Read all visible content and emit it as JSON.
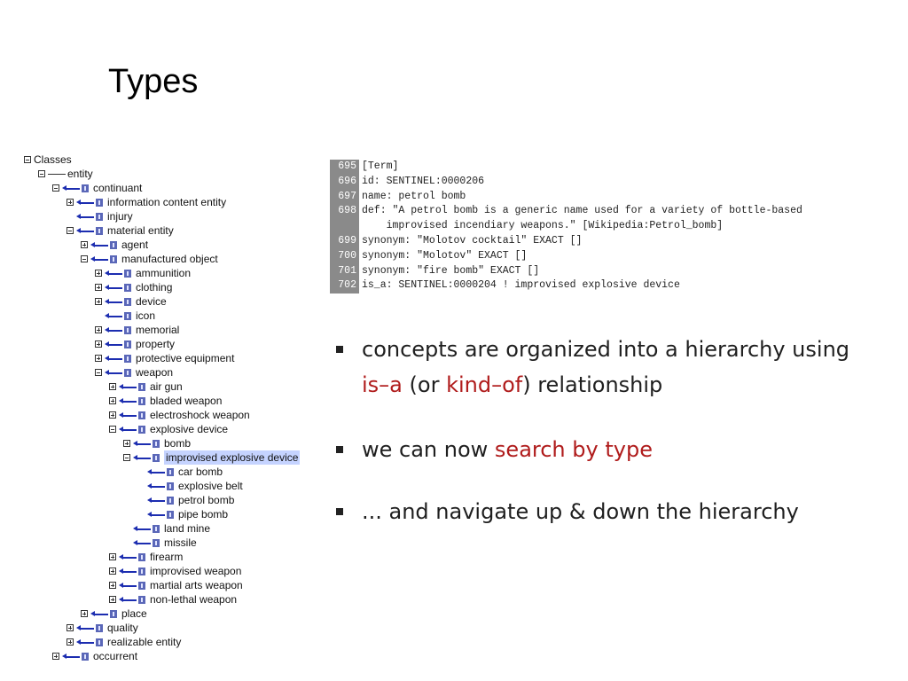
{
  "slide": {
    "title": "Types"
  },
  "tree": {
    "root": "Classes",
    "nodes": [
      {
        "label": "entity",
        "toggle": "minus",
        "arrow": "plain"
      },
      {
        "label": "continuant",
        "toggle": "minus"
      },
      {
        "label": "information content entity",
        "toggle": "plus"
      },
      {
        "label": "injury",
        "toggle": "none"
      },
      {
        "label": "material entity",
        "toggle": "minus"
      },
      {
        "label": "agent",
        "toggle": "plus"
      },
      {
        "label": "manufactured object",
        "toggle": "minus"
      },
      {
        "label": "ammunition",
        "toggle": "plus"
      },
      {
        "label": "clothing",
        "toggle": "plus"
      },
      {
        "label": "device",
        "toggle": "plus"
      },
      {
        "label": "icon",
        "toggle": "none"
      },
      {
        "label": "memorial",
        "toggle": "plus"
      },
      {
        "label": "property",
        "toggle": "plus"
      },
      {
        "label": "protective equipment",
        "toggle": "plus"
      },
      {
        "label": "weapon",
        "toggle": "minus"
      },
      {
        "label": "air gun",
        "toggle": "plus"
      },
      {
        "label": "bladed weapon",
        "toggle": "plus"
      },
      {
        "label": "electroshock weapon",
        "toggle": "plus"
      },
      {
        "label": "explosive device",
        "toggle": "minus"
      },
      {
        "label": "bomb",
        "toggle": "plus"
      },
      {
        "label": "improvised explosive device",
        "toggle": "minus",
        "selected": true
      },
      {
        "label": "car bomb",
        "toggle": "none"
      },
      {
        "label": "explosive belt",
        "toggle": "none"
      },
      {
        "label": "petrol bomb",
        "toggle": "none"
      },
      {
        "label": "pipe bomb",
        "toggle": "none"
      },
      {
        "label": "land mine",
        "toggle": "none"
      },
      {
        "label": "missile",
        "toggle": "none"
      },
      {
        "label": "firearm",
        "toggle": "plus"
      },
      {
        "label": "improvised weapon",
        "toggle": "plus"
      },
      {
        "label": "martial arts weapon",
        "toggle": "plus"
      },
      {
        "label": "non-lethal weapon",
        "toggle": "plus"
      },
      {
        "label": "place",
        "toggle": "plus"
      },
      {
        "label": "quality",
        "toggle": "plus"
      },
      {
        "label": "realizable entity",
        "toggle": "plus"
      },
      {
        "label": "occurrent",
        "toggle": "plus"
      }
    ]
  },
  "code": {
    "lines": [
      {
        "num": "695",
        "text": "[Term]"
      },
      {
        "num": "696",
        "text": "id: SENTINEL:0000206"
      },
      {
        "num": "697",
        "text": "name: petrol bomb"
      },
      {
        "num": "698",
        "text": "def: \"A petrol bomb is a generic name used for a variety of bottle-based"
      },
      {
        "num": "",
        "text": "    improvised incendiary weapons.\" [Wikipedia:Petrol_bomb]"
      },
      {
        "num": "699",
        "text": "synonym: \"Molotov cocktail\" EXACT []"
      },
      {
        "num": "700",
        "text": "synonym: \"Molotov\" EXACT []"
      },
      {
        "num": "701",
        "text": "synonym: \"fire bomb\" EXACT []"
      },
      {
        "num": "702",
        "text": "is_a: SENTINEL:0000204 ! improvised explosive device"
      }
    ]
  },
  "bullets": {
    "b1": {
      "part1": "concepts are organized into a hierarchy using ",
      "hl1": "is–a",
      "part2": "  (or ",
      "hl2": "kind–of",
      "part3": ") relationship"
    },
    "b2": {
      "part1": "we can now ",
      "hl1": "search by type"
    },
    "b3": {
      "part1": "... and navigate up & down the hierarchy"
    }
  },
  "colors": {
    "highlight": "#b01c1c",
    "arrow": "#1c2db0",
    "selection": "#c5d3ff"
  }
}
